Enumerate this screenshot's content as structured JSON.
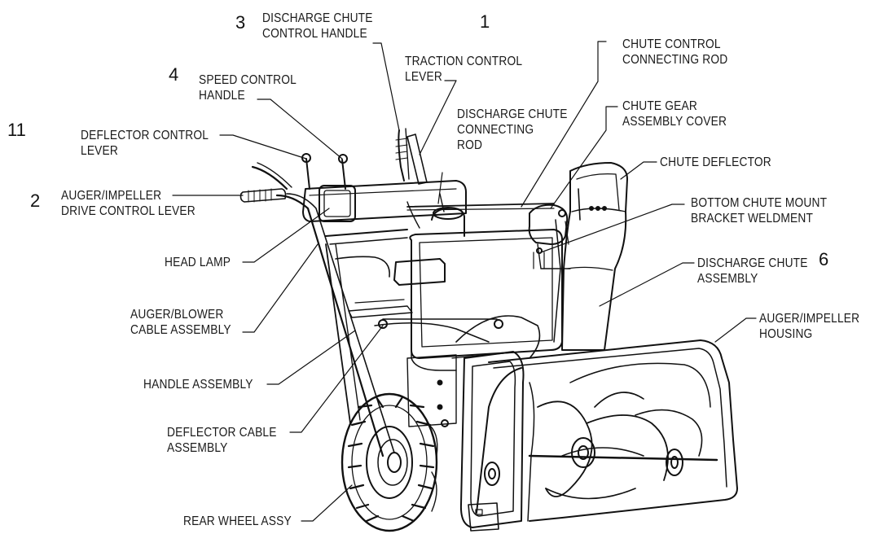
{
  "labels": {
    "discharge_chute_control_handle": [
      "DISCHARGE CHUTE",
      "CONTROL HANDLE"
    ],
    "traction_control_lever": [
      "TRACTION CONTROL",
      "LEVER"
    ],
    "chute_control_connecting_rod": [
      "CHUTE CONTROL",
      "CONNECTING ROD"
    ],
    "speed_control_handle": [
      "SPEED CONTROL",
      "HANDLE"
    ],
    "discharge_chute_connecting_rod": [
      "DISCHARGE CHUTE",
      "CONNECTING",
      "ROD"
    ],
    "chute_gear_assembly_cover": [
      "CHUTE GEAR",
      "ASSEMBLY COVER"
    ],
    "deflector_control_lever": [
      "DEFLECTOR CONTROL",
      "LEVER"
    ],
    "chute_deflector": [
      "CHUTE DEFLECTOR"
    ],
    "auger_impeller_drive_control_lever": [
      "AUGER/IMPELLER",
      "DRIVE CONTROL LEVER"
    ],
    "bottom_chute_mount_bracket_weldment": [
      "BOTTOM CHUTE MOUNT",
      "BRACKET WELDMENT"
    ],
    "head_lamp": [
      "HEAD LAMP"
    ],
    "discharge_chute_assembly": [
      "DISCHARGE CHUTE",
      "ASSEMBLY"
    ],
    "auger_blower_cable_assembly": [
      "AUGER/BLOWER",
      "CABLE ASSEMBLY"
    ],
    "auger_impeller_housing": [
      "AUGER/IMPELLER",
      "HOUSING"
    ],
    "handle_assembly": [
      "HANDLE ASSEMBLY"
    ],
    "deflector_cable_assembly": [
      "DEFLECTOR CABLE",
      "ASSEMBLY"
    ],
    "rear_wheel_assy": [
      "REAR WHEEL ASSY"
    ]
  },
  "callout_numbers": {
    "n1": "1",
    "n2": "2",
    "n3": "3",
    "n4": "4",
    "n6": "6",
    "n11": "11"
  }
}
